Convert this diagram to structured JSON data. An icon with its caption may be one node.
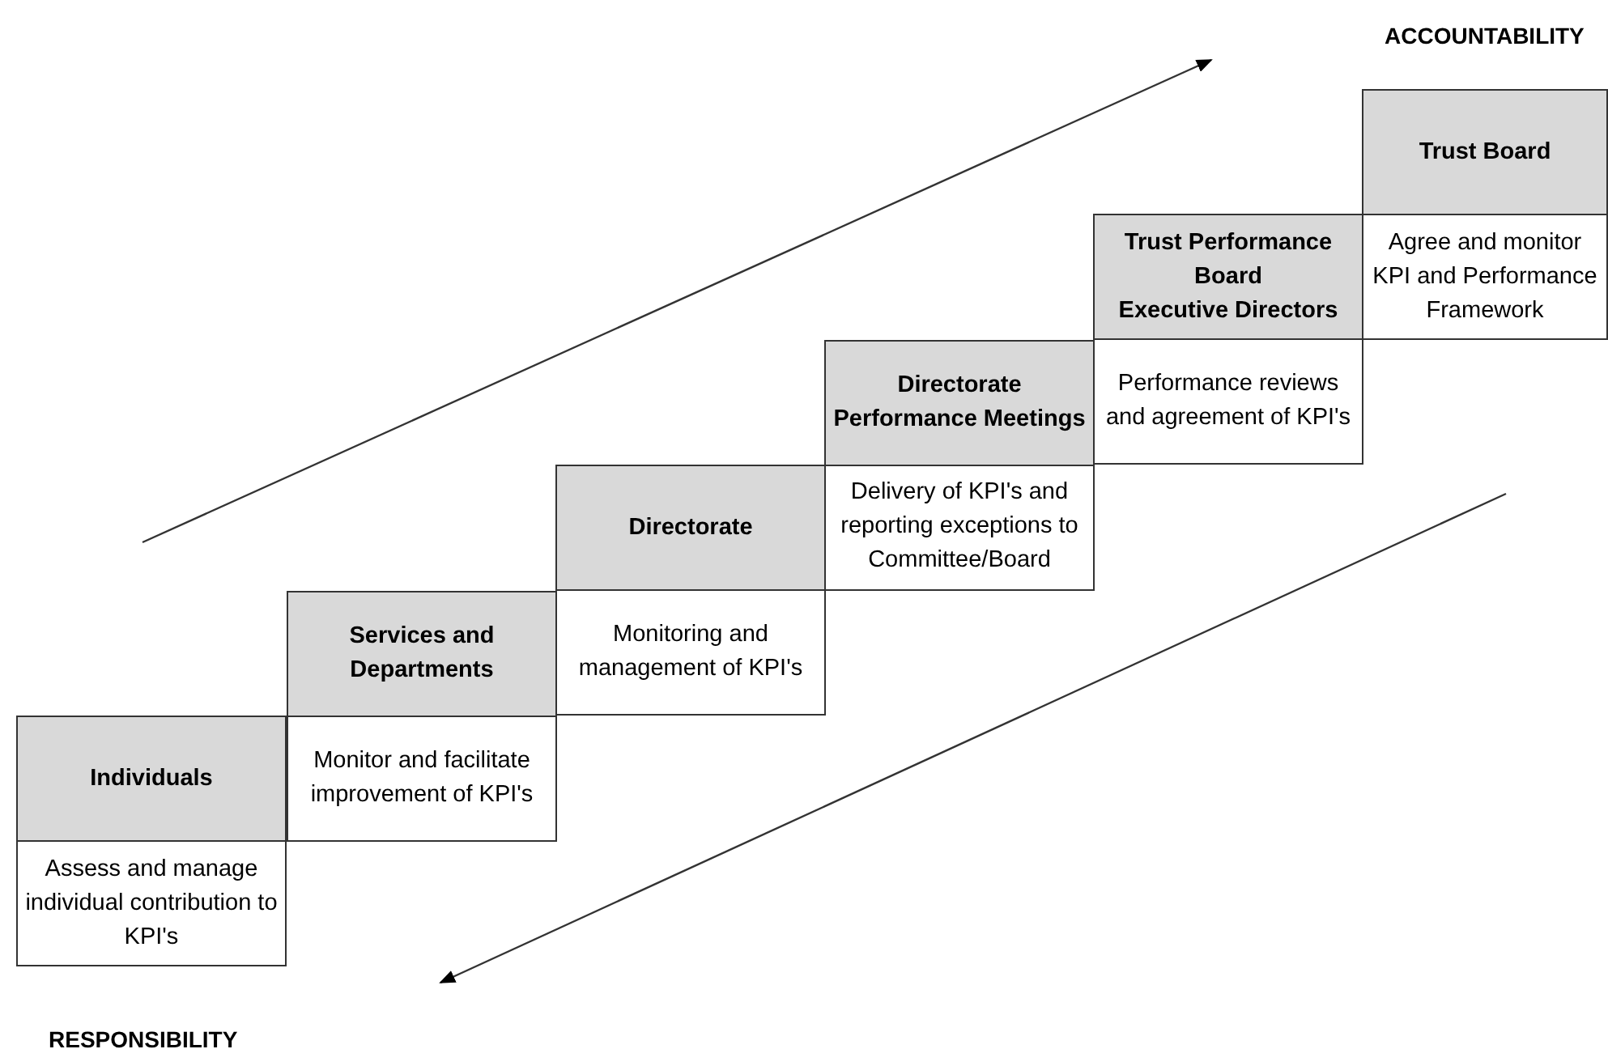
{
  "diagram": {
    "nodes": [
      {
        "text": [
          "Individuals"
        ]
      },
      {
        "text": [
          "Assess and manage individual contribution to KPI's"
        ]
      },
      {
        "text": [
          "Services and Departments"
        ]
      },
      {
        "text": [
          "Monitor and facilitate improvement of KPI's"
        ]
      },
      {
        "text": [
          "Directorate"
        ]
      },
      {
        "text": [
          "Monitoring and management of KPI's"
        ]
      },
      {
        "text": [
          "Directorate Performance Meetings"
        ]
      },
      {
        "text": [
          "Delivery of KPI's and reporting exceptions to Committee/Board"
        ]
      },
      {
        "text": [
          "Trust Performance Board",
          "Executive Directors"
        ]
      },
      {
        "text": [
          "Performance reviews and agreement of KPI's"
        ]
      },
      {
        "text": [
          "Trust Board"
        ]
      },
      {
        "text": [
          "Agree and monitor KPI and Performance Framework"
        ]
      }
    ],
    "edges": [],
    "labels": [
      "ACCOUNTABILITY",
      "RESPONSIBILITY"
    ]
  }
}
